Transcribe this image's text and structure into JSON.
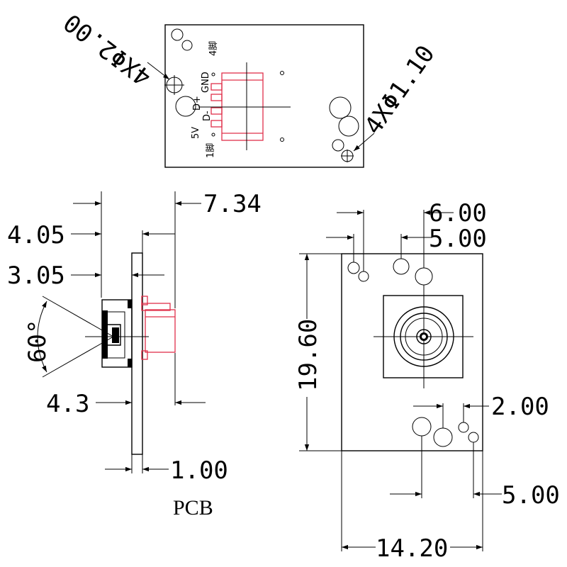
{
  "top_view": {
    "hole_callout_large": "4XΦ2.00",
    "hole_callout_small": "4XΦ1.10",
    "pin_labels": [
      "5V",
      "D-",
      "D+",
      "GND"
    ],
    "pin1_label": "1脚",
    "pin4_label": "4脚"
  },
  "side_view": {
    "dim_overall": "7.34",
    "dim_a": "4.05",
    "dim_b": "3.05",
    "dim_angle": "60°",
    "dim_c": "4.3",
    "dim_thickness": "1.00",
    "caption": "PCB"
  },
  "front_view": {
    "dim_top_outer": "6.00",
    "dim_top_inner": "5.00",
    "dim_height": "19.60",
    "dim_bottom_right": "2.00",
    "dim_bottom_lower": "5.00",
    "dim_width": "14.20"
  }
}
